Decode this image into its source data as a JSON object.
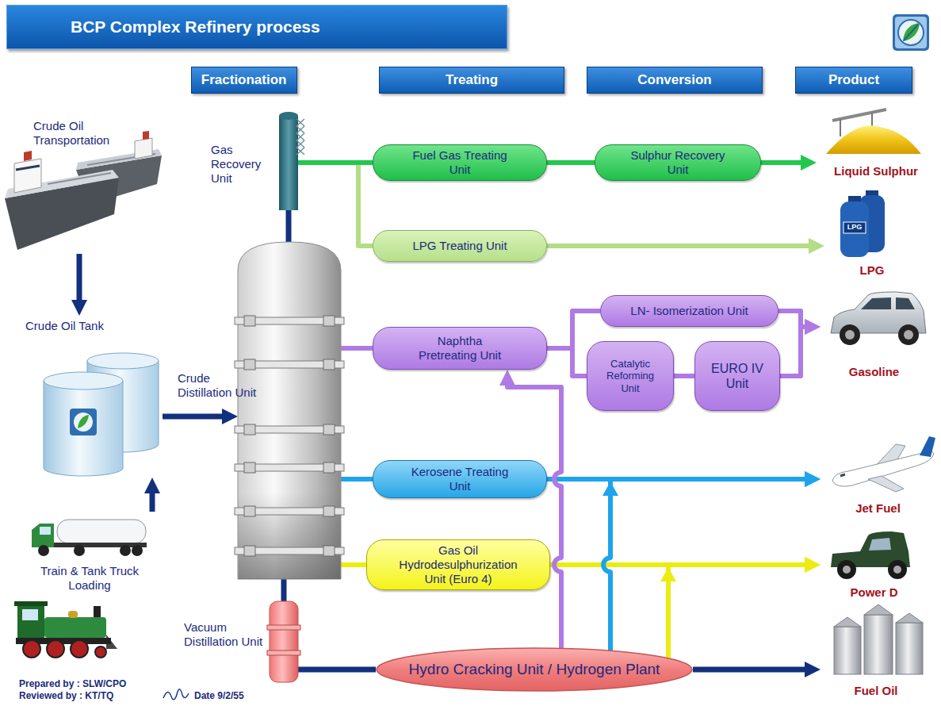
{
  "diagram": {
    "title": "BCP Complex Refinery process",
    "nodes": [
      {
        "text": [
          "Fractionation"
        ]
      },
      {
        "text": [
          "Treating"
        ]
      },
      {
        "text": [
          "Conversion"
        ]
      },
      {
        "text": [
          "Product"
        ]
      },
      {
        "text": [
          "Crude Oil Transportation"
        ]
      },
      {
        "text": [
          "Gas Recovery Unit"
        ]
      },
      {
        "text": [
          "Fuel Gas Treating Unit"
        ]
      },
      {
        "text": [
          "Sulphur Recovery Unit"
        ]
      },
      {
        "text": [
          "Liquid Sulphur"
        ]
      },
      {
        "text": [
          "LPG Treating Unit"
        ]
      },
      {
        "text": [
          "LPG"
        ]
      },
      {
        "text": [
          "Crude Oil Tank"
        ]
      },
      {
        "text": [
          "Crude Distillation Unit"
        ]
      },
      {
        "text": [
          "Naphtha Pretreating Unit"
        ]
      },
      {
        "text": [
          "LN- Isomerization Unit"
        ]
      },
      {
        "text": [
          "Catalytic Reforming Unit"
        ]
      },
      {
        "text": [
          "EURO IV Unit"
        ]
      },
      {
        "text": [
          "Gasoline"
        ]
      },
      {
        "text": [
          "Kerosene Treating Unit"
        ]
      },
      {
        "text": [
          "Jet Fuel"
        ]
      },
      {
        "text": [
          "Gas Oil Hydrodesulphurization Unit (Euro 4)"
        ]
      },
      {
        "text": [
          "Power D"
        ]
      },
      {
        "text": [
          "Train & Tank Truck Loading"
        ]
      },
      {
        "text": [
          "Vacuum Distillation Unit"
        ]
      },
      {
        "text": [
          "Hydro Cracking Unit / Hydrogen Plant"
        ]
      },
      {
        "text": [
          "Fuel Oil"
        ]
      }
    ],
    "edges": [
      {
        "from": 4,
        "to": 11,
        "arrow": "to"
      },
      {
        "from": 22,
        "to": 11,
        "arrow": "to"
      },
      {
        "from": 11,
        "to": 12,
        "arrow": "to"
      },
      {
        "from": 12,
        "to": 5,
        "arrow": "none"
      },
      {
        "from": 5,
        "to": 9,
        "arrow": "none"
      },
      {
        "from": 5,
        "to": 6,
        "arrow": "none"
      },
      {
        "from": 6,
        "to": 7,
        "arrow": "none"
      },
      {
        "from": 7,
        "to": 8,
        "arrow": "to"
      },
      {
        "from": 9,
        "to": 10,
        "arrow": "to"
      },
      {
        "from": 12,
        "to": 13,
        "arrow": "none"
      },
      {
        "from": 13,
        "to": 14,
        "arrow": "none"
      },
      {
        "from": 13,
        "to": 15,
        "arrow": "none"
      },
      {
        "from": 15,
        "to": 16,
        "arrow": "none"
      },
      {
        "from": 14,
        "to": 17,
        "arrow": "to"
      },
      {
        "from": 16,
        "to": 17,
        "arrow": "to"
      },
      {
        "from": 12,
        "to": 18,
        "arrow": "none"
      },
      {
        "from": 18,
        "to": 19,
        "arrow": "to"
      },
      {
        "from": 12,
        "to": 20,
        "arrow": "none"
      },
      {
        "from": 20,
        "to": 21,
        "arrow": "to"
      },
      {
        "from": 12,
        "to": 23,
        "arrow": "none"
      },
      {
        "from": 23,
        "to": 24,
        "arrow": "none"
      },
      {
        "from": 24,
        "to": 25,
        "arrow": "to"
      },
      {
        "from": 24,
        "to": 13,
        "arrow": "to"
      },
      {
        "from": 24,
        "to": 19,
        "arrow": "to"
      },
      {
        "from": 24,
        "to": 21,
        "arrow": "to"
      }
    ],
    "labels": [
      "LPG",
      "Prepared by : SLW/CPO",
      "Reviewed by : KT/TQ",
      "Date 9/2/55"
    ]
  }
}
